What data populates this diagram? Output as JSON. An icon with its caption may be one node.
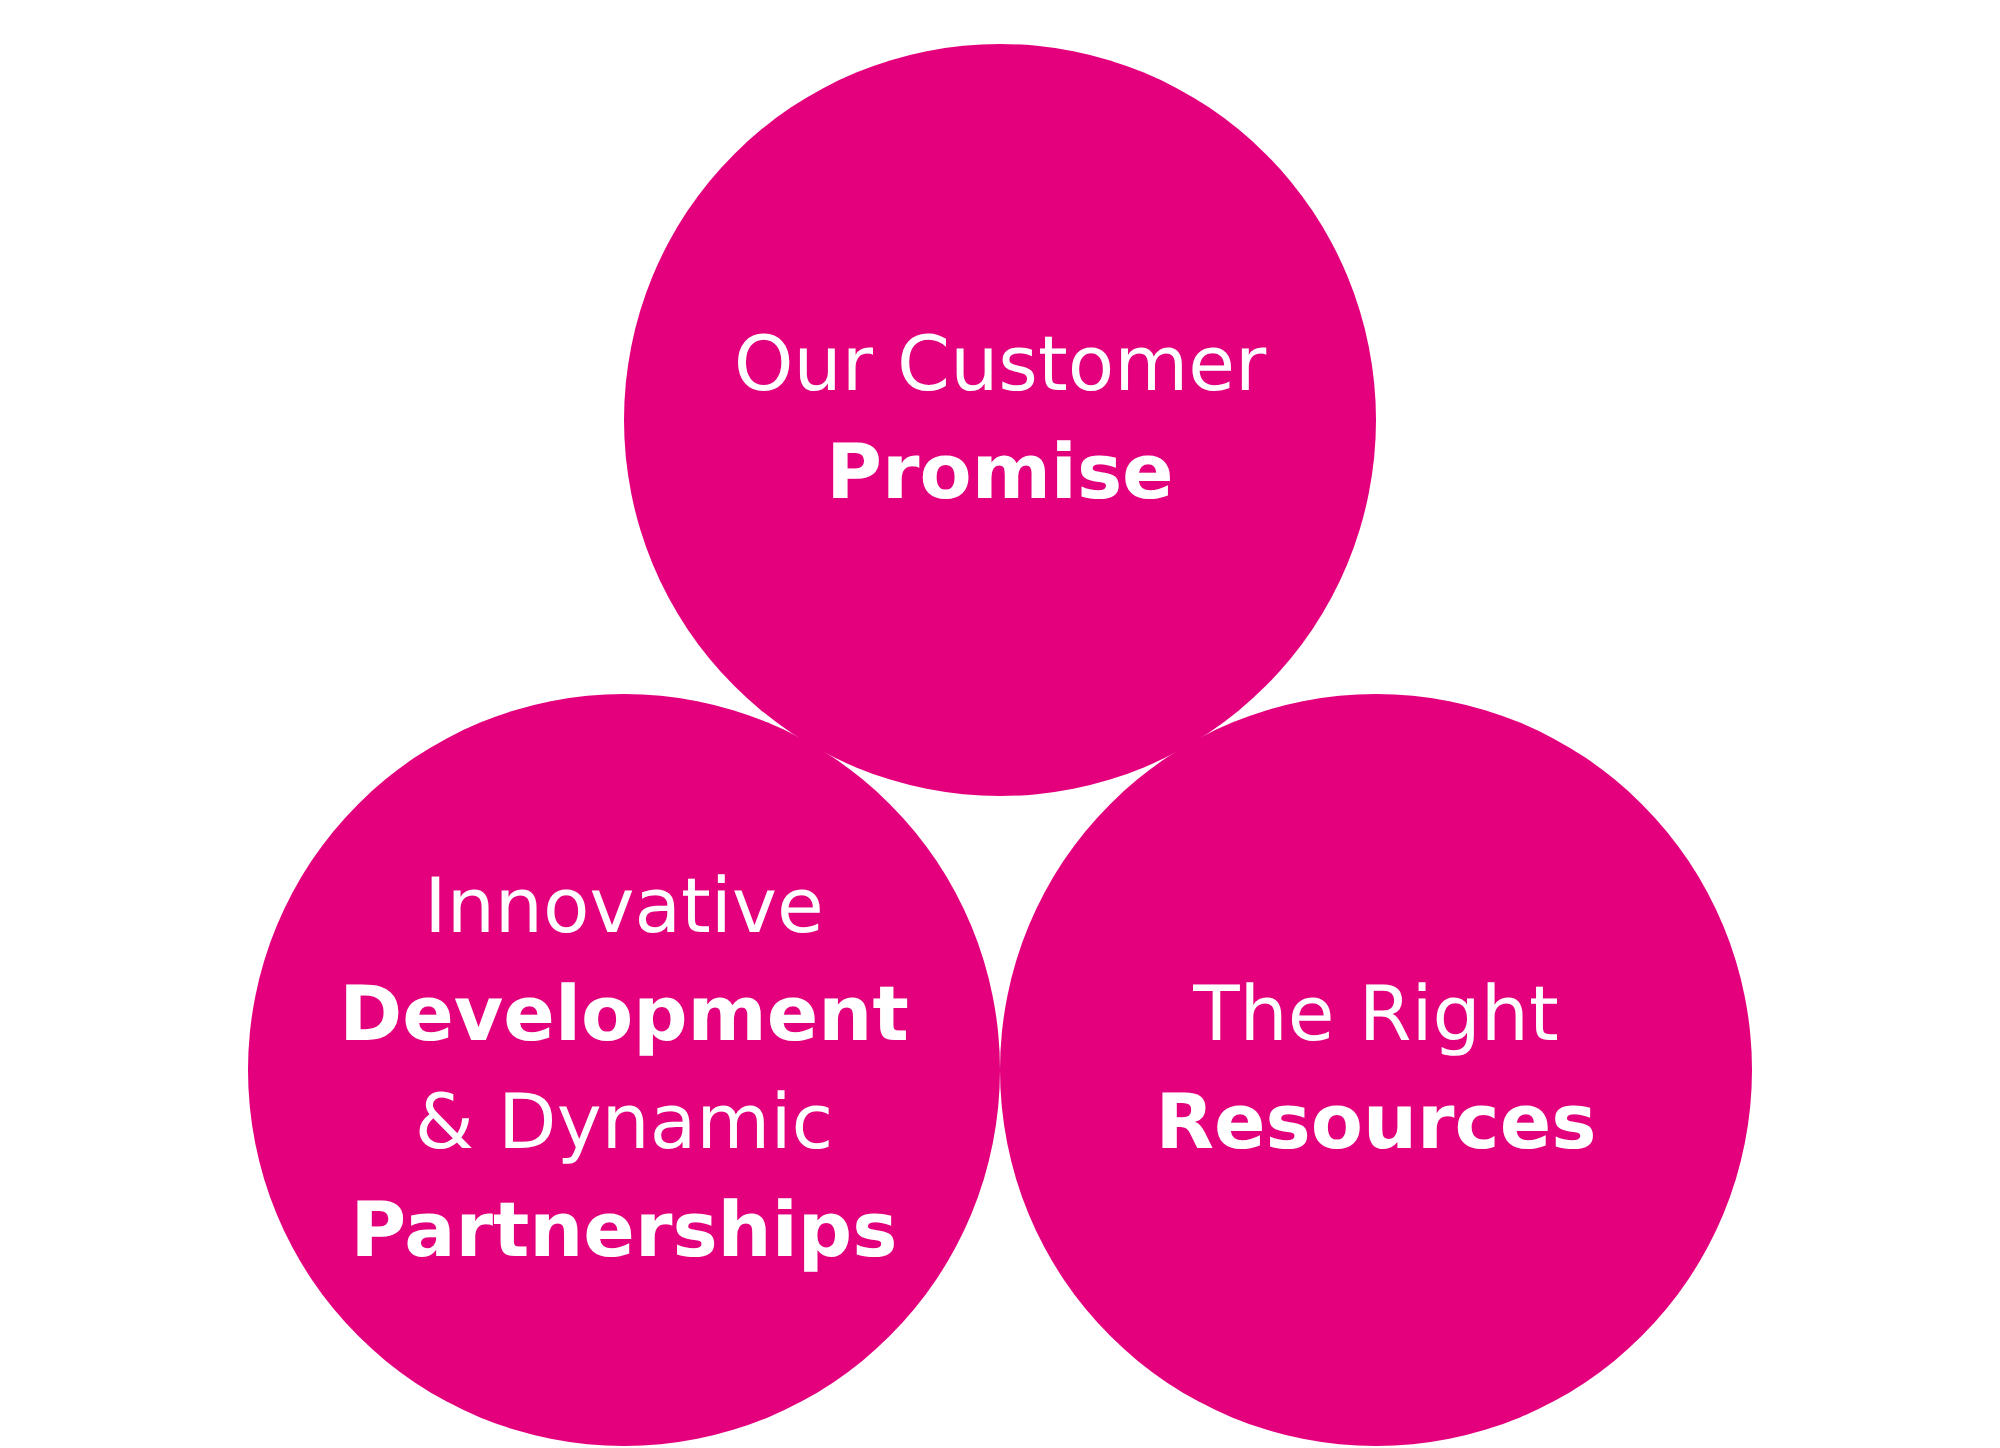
{
  "diagram": {
    "nodes": [
      {
        "text": [
          "Our Customer **Promise**"
        ]
      },
      {
        "text": [
          "Innovative **Development** & Dynamic **Partnerships**"
        ]
      },
      {
        "text": [
          "The Right **Resources**"
        ]
      }
    ],
    "edges": []
  }
}
